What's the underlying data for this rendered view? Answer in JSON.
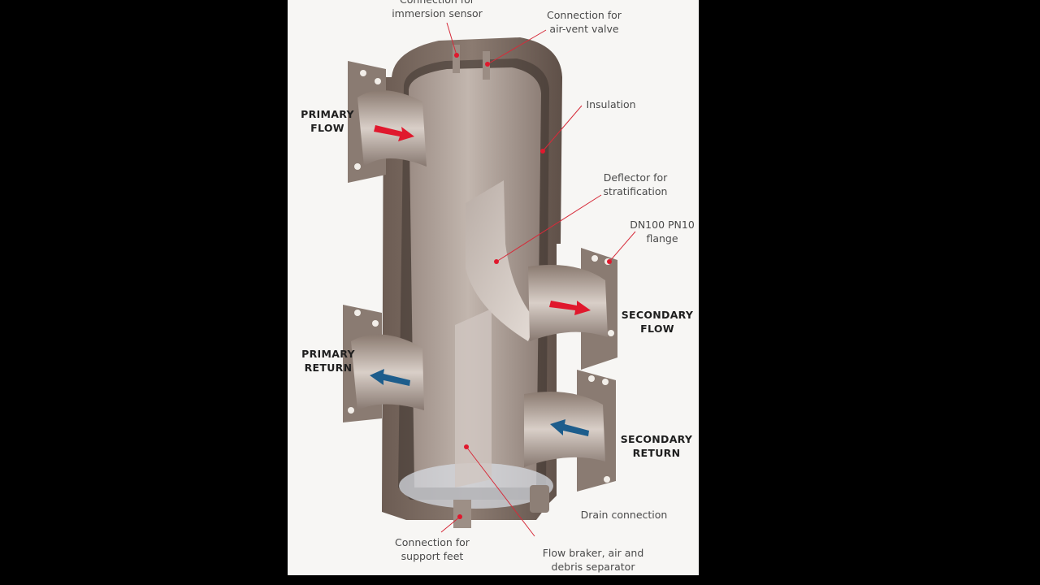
{
  "diagram": {
    "labels": {
      "immersion_sensor": "Connection for\nimmersion sensor",
      "air_vent": "Connection for\nair-vent valve",
      "insulation": "Insulation",
      "deflector": "Deflector for\nstratification",
      "flange": "DN100 PN10\nflange",
      "primary_flow": "PRIMARY\nFLOW",
      "primary_return": "PRIMARY\nRETURN",
      "secondary_flow": "SECONDARY\nFLOW",
      "secondary_return": "SECONDARY\nRETURN",
      "drain": "Drain connection",
      "support_feet": "Connection for\nsupport feet",
      "separator": "Flow braker, air and\ndebris separator"
    },
    "colors": {
      "background": "#000000",
      "paper": "#f7f6f4",
      "body": "#7a6a60",
      "body_dark": "#5e5048",
      "inner": "#b1a39b",
      "flow_arrow": "#e0182d",
      "return_arrow": "#1d5d8c",
      "leader": "#d62b3a"
    }
  }
}
